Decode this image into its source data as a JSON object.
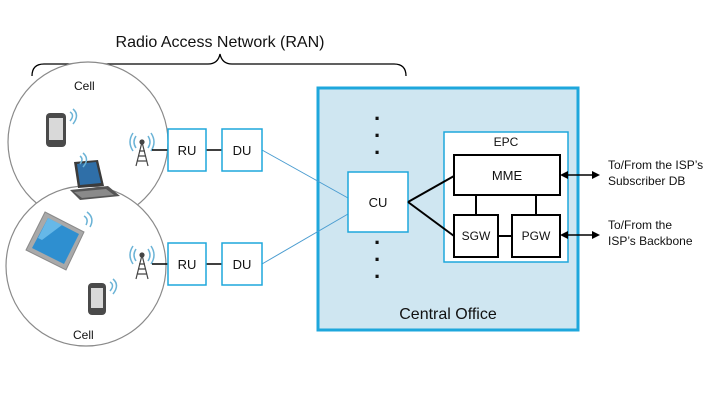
{
  "diagram": {
    "ran_label": "Radio Access Network (RAN)",
    "cell_top_label": "Cell",
    "cell_bottom_label": "Cell",
    "ru_top": "RU",
    "du_top": "DU",
    "ru_bottom": "RU",
    "du_bottom": "DU",
    "cu": "CU",
    "epc_label": "EPC",
    "mme": "MME",
    "sgw": "SGW",
    "pgw": "PGW",
    "central_office": "Central Office",
    "subscriber_db_line1": "To/From the ISP’s",
    "subscriber_db_line2": "Subscriber DB",
    "backbone_line1": "To/From the",
    "backbone_line2": "ISP’s Backbone",
    "ellipsis": "·"
  },
  "colors": {
    "box_border": "#1ea7dc",
    "central_fill": "#cfe6f1",
    "line": "#000000",
    "link": "#4a9cd0"
  }
}
